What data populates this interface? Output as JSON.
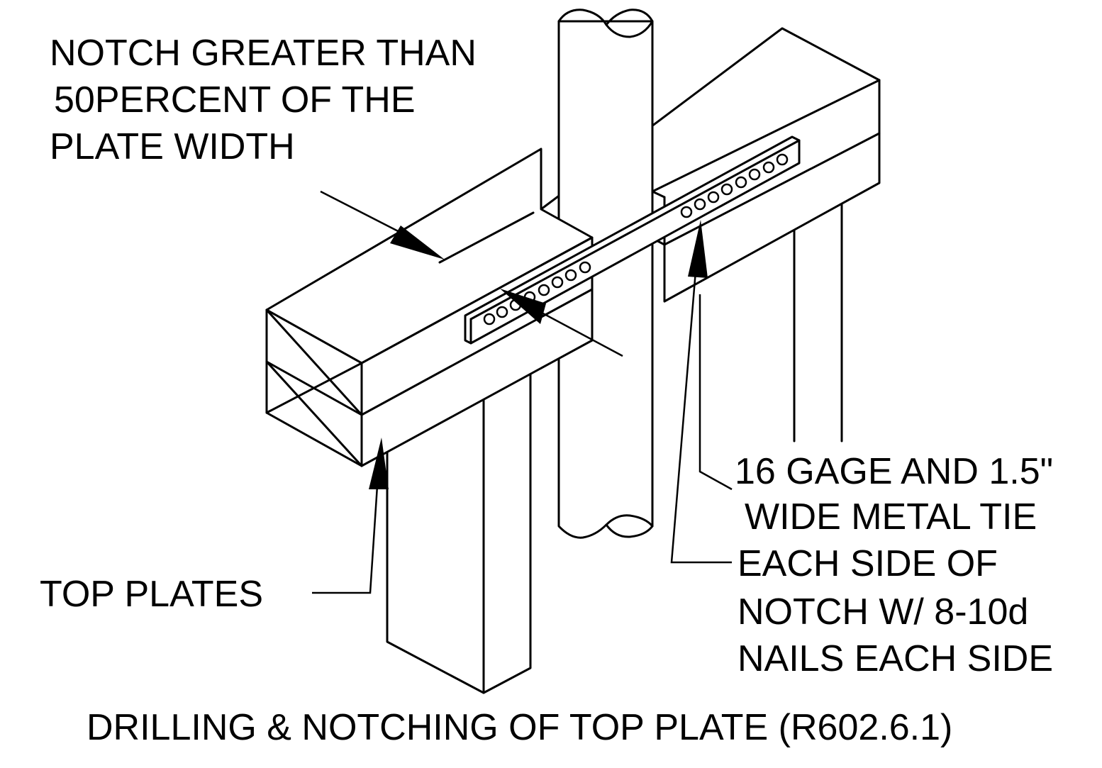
{
  "labels": {
    "notch": [
      "NOTCH GREATER THAN",
      "50PERCENT OF THE",
      "PLATE WIDTH"
    ],
    "top_plates": "TOP PLATES",
    "tie": [
      "16 GAGE AND 1.5\"",
      "WIDE METAL TIE",
      "EACH SIDE OF",
      "NOTCH W/ 8-10d",
      "NAILS EACH SIDE"
    ],
    "caption": "DRILLING & NOTCHING OF TOP PLATE (R602.6.1)"
  },
  "colors": {
    "line": "#000000",
    "background": "#ffffff"
  }
}
